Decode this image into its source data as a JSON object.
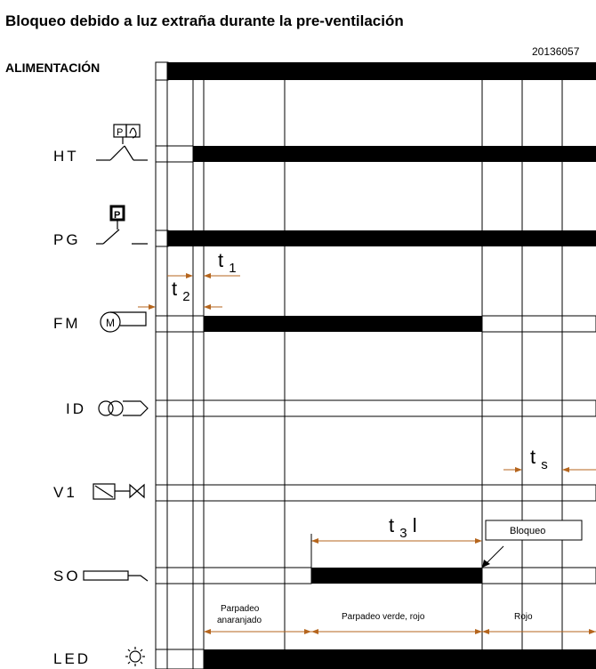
{
  "title": "Bloqueo debido a luz extraña durante la pre-ventilación",
  "figure_id": "20136057",
  "signals": [
    {
      "label": "ALIMENTACIÓN",
      "icon": "none"
    },
    {
      "label": "HT",
      "icon": "thermostat-switch-icon",
      "icon_letter": "P"
    },
    {
      "label": "PG",
      "icon": "pressure-switch-icon",
      "icon_letter": "P"
    },
    {
      "label": "FM",
      "icon": "fan-motor-icon",
      "icon_letter": "M"
    },
    {
      "label": "ID",
      "icon": "ignition-transformer-icon"
    },
    {
      "label": "V1",
      "icon": "valve-icon"
    },
    {
      "label": "SO",
      "icon": "flame-sensor-icon"
    },
    {
      "label": "LED",
      "icon": "led-icon"
    }
  ],
  "timings": {
    "t1": {
      "main": "t",
      "sub": "1"
    },
    "t2": {
      "main": "t",
      "sub": "2"
    },
    "t3": {
      "main": "t",
      "sub": "3",
      "suffix": "l"
    },
    "ts": {
      "main": "t",
      "sub": "s"
    }
  },
  "annotations": {
    "lockout": "Bloqueo",
    "led_phase1_line1": "Parpadeo",
    "led_phase1_line2": "anaranjado",
    "led_phase2": "Parpadeo verde, rojo",
    "led_phase3": "Rojo"
  },
  "colors": {
    "ink": "#000000",
    "timing_arrow": "#b5651d",
    "background": "#ffffff"
  }
}
